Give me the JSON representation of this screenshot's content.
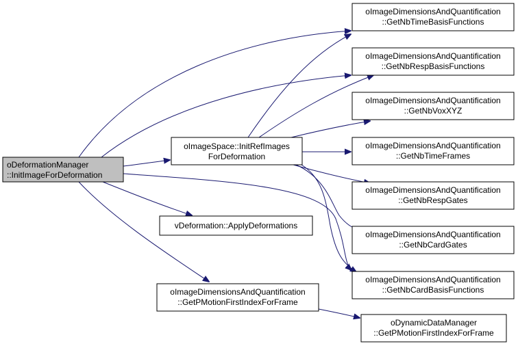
{
  "nodes": {
    "root": {
      "line1": "oDeformationManager",
      "line2": "::InitImageForDeformation"
    },
    "initref": {
      "line1": "oImageSpace::InitRefImages",
      "line2": "ForDeformation"
    },
    "applydef": {
      "line1": "vDeformation::ApplyDeformations"
    },
    "pmotion": {
      "line1": "oImageDimensionsAndQuantification",
      "line2": "::GetPMotionFirstIndexForFrame"
    },
    "dyn_pmotion": {
      "line1": "oDynamicDataManager",
      "line2": "::GetPMotionFirstIndexForFrame"
    },
    "timebasis": {
      "line1": "oImageDimensionsAndQuantification",
      "line2": "::GetNbTimeBasisFunctions"
    },
    "respbasis": {
      "line1": "oImageDimensionsAndQuantification",
      "line2": "::GetNbRespBasisFunctions"
    },
    "voxxyz": {
      "line1": "oImageDimensionsAndQuantification",
      "line2": "::GetNbVoxXYZ"
    },
    "timeframes": {
      "line1": "oImageDimensionsAndQuantification",
      "line2": "::GetNbTimeFrames"
    },
    "respgates": {
      "line1": "oImageDimensionsAndQuantification",
      "line2": "::GetNbRespGates"
    },
    "cardgates": {
      "line1": "oImageDimensionsAndQuantification",
      "line2": "::GetNbCardGates"
    },
    "cardbasis": {
      "line1": "oImageDimensionsAndQuantification",
      "line2": "::GetNbCardBasisFunctions"
    }
  }
}
